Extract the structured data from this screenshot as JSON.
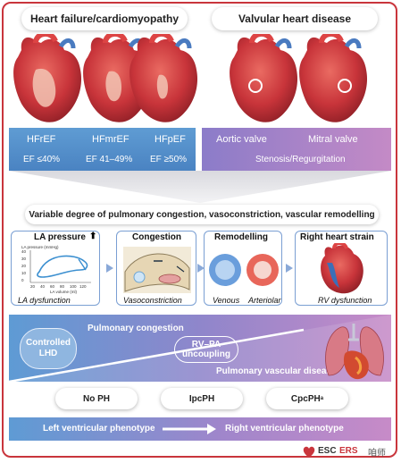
{
  "headers": {
    "hf": "Heart failure/cardiomyopathy",
    "valve": "Valvular heart disease"
  },
  "hf_types": [
    {
      "name": "HFrEF",
      "ef": "EF ≤40%"
    },
    {
      "name": "HFmrEF",
      "ef": "EF 41–49%"
    },
    {
      "name": "HFpEF",
      "ef": "EF ≥50%"
    }
  ],
  "valves": {
    "aortic": "Aortic valve",
    "mitral": "Mitral valve",
    "lesion": "Stenosis/Regurgitation"
  },
  "banner": "Variable degree of pulmonary congestion, vasoconstriction, vascular remodelling",
  "panels": [
    {
      "title": "LA pressure",
      "caption": "LA dysfunction"
    },
    {
      "title": "Congestion",
      "caption": "Vasoconstriction"
    },
    {
      "title": "Remodelling",
      "caption_venous": "Venous",
      "caption_arteriolar": "Arteriolar"
    },
    {
      "title": "Right heart strain",
      "caption": "RV dysfunction"
    }
  ],
  "la_plot": {
    "ylabel": "LA pressure (mmHg)",
    "xlabel": "LA volume (ml)",
    "yticks": [
      "40",
      "30",
      "20",
      "10",
      "0"
    ],
    "xticks": [
      "20",
      "40",
      "60",
      "80",
      "100",
      "120"
    ]
  },
  "band": {
    "controlled_line1": "Controlled",
    "controlled_line2": "LHD",
    "congestion": "Pulmonary congestion",
    "uncoupling_line1": "RV–PA",
    "uncoupling_line2": "uncoupling",
    "vascular": "Pulmonary vascular disease"
  },
  "ph_types": [
    "No PH",
    "IpcPH",
    "CpcPH"
  ],
  "ph_superscript": "a",
  "phenotype": {
    "left": "Left ventricular phenotype",
    "right": "Right ventricular phenotype"
  },
  "logo": {
    "esc": "ESC",
    "ers": "ERS",
    "watermark": "咱师"
  },
  "colors": {
    "frame": "#c9353c",
    "blue": "#5e9bd4",
    "purple": "#c78bc8",
    "heart": "#c8343a"
  }
}
